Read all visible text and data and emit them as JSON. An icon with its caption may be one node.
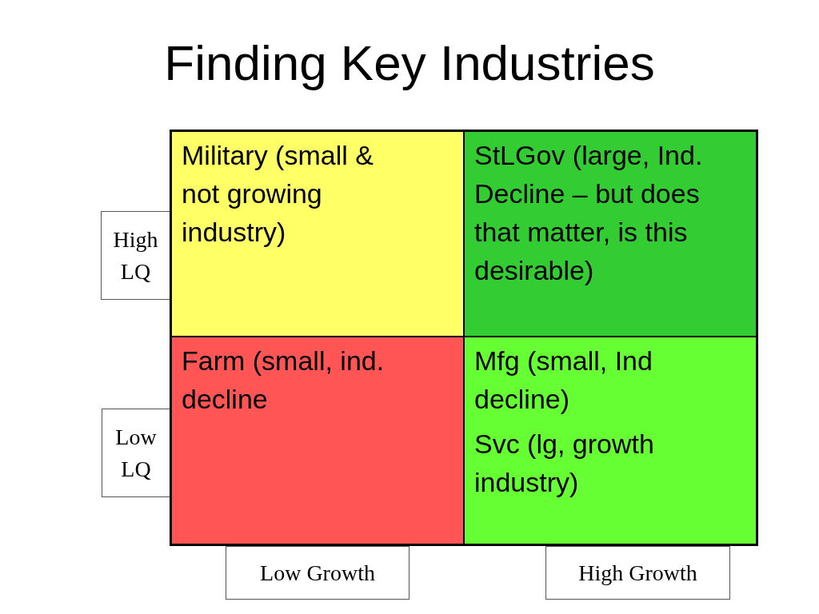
{
  "diagram": {
    "title": "Finding Key Industries",
    "nodes": [
      {
        "text": [
          "High LQ"
        ]
      },
      {
        "text": [
          "Military (small & not growing industry)"
        ]
      },
      {
        "text": [
          "StLGov (large, Ind. Decline – but does that matter, is this desirable)"
        ]
      },
      {
        "text": [
          "Low LQ"
        ]
      },
      {
        "text": [
          "Farm (small, ind. decline"
        ]
      },
      {
        "text": [
          "Mfg (small, Ind decline)",
          "Svc (lg, growth industry)"
        ]
      },
      {
        "text": [
          "Low Growth"
        ]
      },
      {
        "text": [
          "High Growth"
        ]
      }
    ]
  }
}
